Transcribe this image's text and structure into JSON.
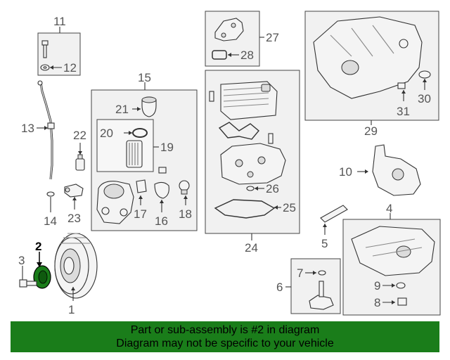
{
  "callouts": {
    "n1": "1",
    "n2": "2",
    "n3": "3",
    "n4": "4",
    "n5": "5",
    "n6": "6",
    "n7": "7",
    "n8": "8",
    "n9": "9",
    "n10": "10",
    "n11": "11",
    "n12": "12",
    "n13": "13",
    "n14": "14",
    "n15": "15",
    "n16": "16",
    "n17": "17",
    "n18": "18",
    "n19": "19",
    "n20": "20",
    "n21": "21",
    "n22": "22",
    "n23": "23",
    "n24": "24",
    "n25": "25",
    "n26": "26",
    "n27": "27",
    "n28": "28",
    "n29": "29",
    "n30": "30",
    "n31": "31"
  },
  "highlight": {
    "part_number": "2",
    "color": "#1a7d1a"
  },
  "banner": {
    "line1": "Part or sub-assembly is #2 in diagram",
    "line2": "Diagram may not be specific to your vehicle",
    "color": "#1a7d1a"
  }
}
